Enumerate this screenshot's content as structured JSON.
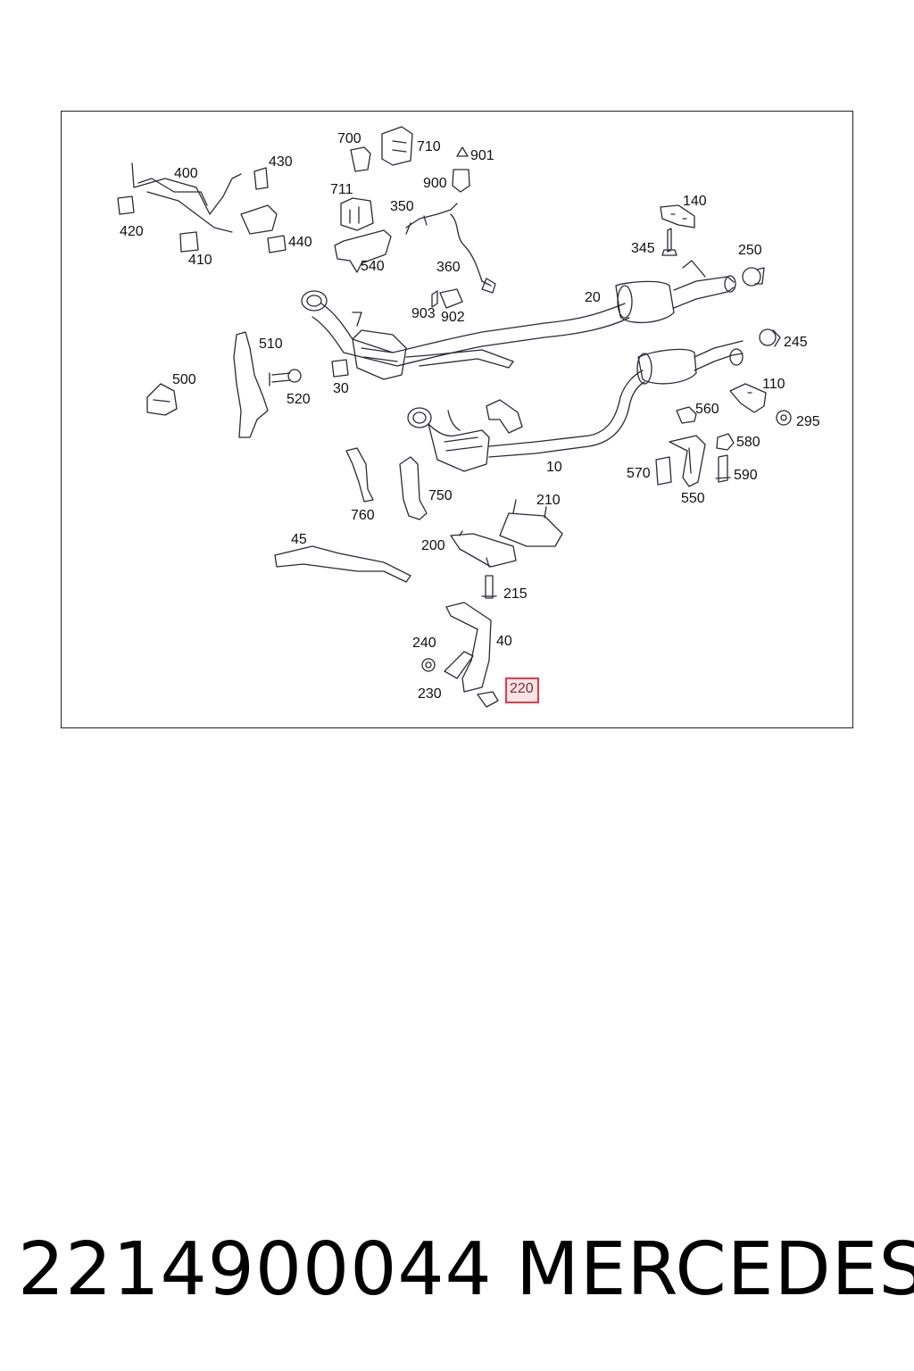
{
  "callouts": {
    "c700": "700",
    "c710": "710",
    "c901": "901",
    "c900": "900",
    "c711": "711",
    "c350": "350",
    "c400": "400",
    "c430": "430",
    "c420": "420",
    "c410": "410",
    "c440": "440",
    "c540": "540",
    "c360": "360",
    "c140": "140",
    "c345": "345",
    "c250": "250",
    "c20": "20",
    "c903": "903",
    "c902": "902",
    "c510": "510",
    "c500": "500",
    "c520": "520",
    "c30": "30",
    "c245": "245",
    "c110": "110",
    "c295": "295",
    "c560": "560",
    "c580": "580",
    "c570": "570",
    "c590": "590",
    "c550": "550",
    "c10": "10",
    "c750": "750",
    "c760": "760",
    "c210": "210",
    "c45": "45",
    "c200": "200",
    "c215": "215",
    "c240": "240",
    "c40": "40",
    "c230": "230",
    "c220": "220"
  },
  "highlighted_callout": "220",
  "highlight_color": "#e23b4a",
  "footer": {
    "part_number": "2214900044",
    "brand": "MERCEDES"
  }
}
